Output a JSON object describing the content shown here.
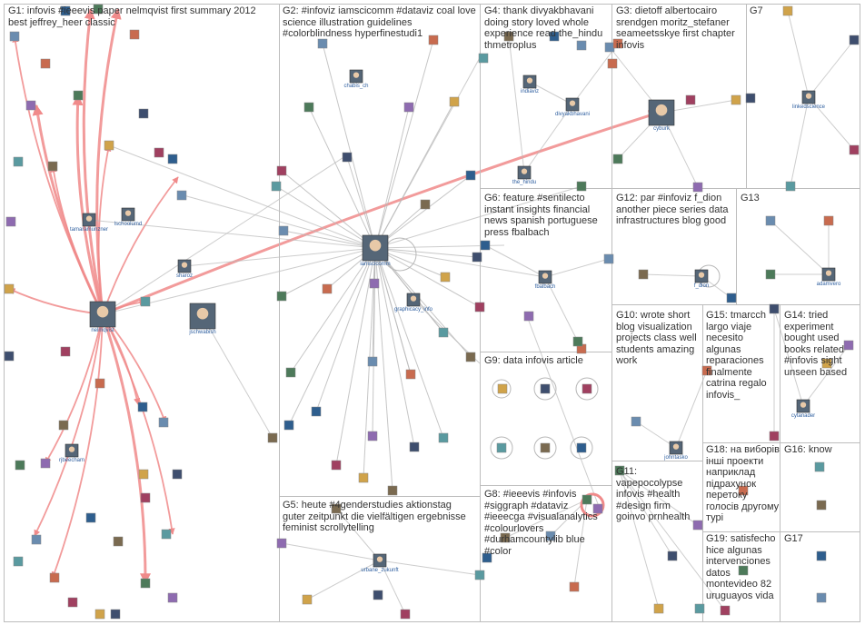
{
  "groups": [
    {
      "id": "G1",
      "label": "G1: infovis #ieeevis paper nelmqvist first summary 2012 best jeffrey_heer classic"
    },
    {
      "id": "G2",
      "label": "G2: #infoviz iamscicomm #dataviz coal love science illustration guidelines #colorblindness hyperfinestudi1"
    },
    {
      "id": "G3",
      "label": "G3: dietoff albertocairo srendgen moritz_stefaner seameetsskye first chapter infovis"
    },
    {
      "id": "G4",
      "label": "G4: thank divyakbhavani doing story loved whole experience read the_hindu thmetroplus"
    },
    {
      "id": "G5",
      "label": "G5: heute #4genderstudies aktionstag guter zeitpunkt die vielfältigen ergebnisse feminist scrollytelling"
    },
    {
      "id": "G6",
      "label": "G6: feature #sentilecto instant insights financial news spanish portuguese press fbalbach"
    },
    {
      "id": "G7",
      "label": "G7"
    },
    {
      "id": "G8",
      "label": "G8: #ieeevis #infovis #siggraph #dataviz #ieeecga #visualanalytics #colourlovers #durhamcountylib blue #color"
    },
    {
      "id": "G9",
      "label": "G9: data infovis article"
    },
    {
      "id": "G10",
      "label": "G10: wrote short blog visualization projects class well students amazing work"
    },
    {
      "id": "G11",
      "label": "G11: vapepocolypse infovis #health #design firm goinvo prnhealth"
    },
    {
      "id": "G12",
      "label": "G12: par #infoviz f_dion another piece series data infrastructures blog good"
    },
    {
      "id": "G13",
      "label": "G13"
    },
    {
      "id": "G14",
      "label": "G14: tried experiment bought used books related #infovis sight unseen based"
    },
    {
      "id": "G15",
      "label": "G15: tmarcch largo viaje necesito algunas reparaciones finalmente catrina regalo infovis_"
    },
    {
      "id": "G16",
      "label": "G16: know"
    },
    {
      "id": "G17",
      "label": "G17"
    },
    {
      "id": "G18",
      "label": "G18: на виборів інші проекти наприклад підрахунок перетоку голосів другому турі"
    },
    {
      "id": "G19",
      "label": "G19: satisfecho hice algunas intervenciones datos montevideo 82 uruguayos vida"
    }
  ],
  "vertex_labels": [
    "nelmqvist",
    "tamaramunzner",
    "lschoolumd",
    "sharoz",
    "jschwabish",
    "rjbeecham",
    "iamscicomm",
    "chabis_ch",
    "graphicacy_info",
    "urbane_zukunft",
    "indiaviz",
    "divyakbhavani",
    "the_hindu",
    "cyburk",
    "f_dion",
    "fbalbach",
    "linkedscience",
    "adamvero",
    "johntasko",
    "cytanader"
  ],
  "colors": {
    "group_border": "#bdbdbd",
    "edge": "#b8b8b8",
    "edge_highlight": "#f08a8a",
    "label_text": "#333333",
    "vertex_label": "#3060a0"
  }
}
